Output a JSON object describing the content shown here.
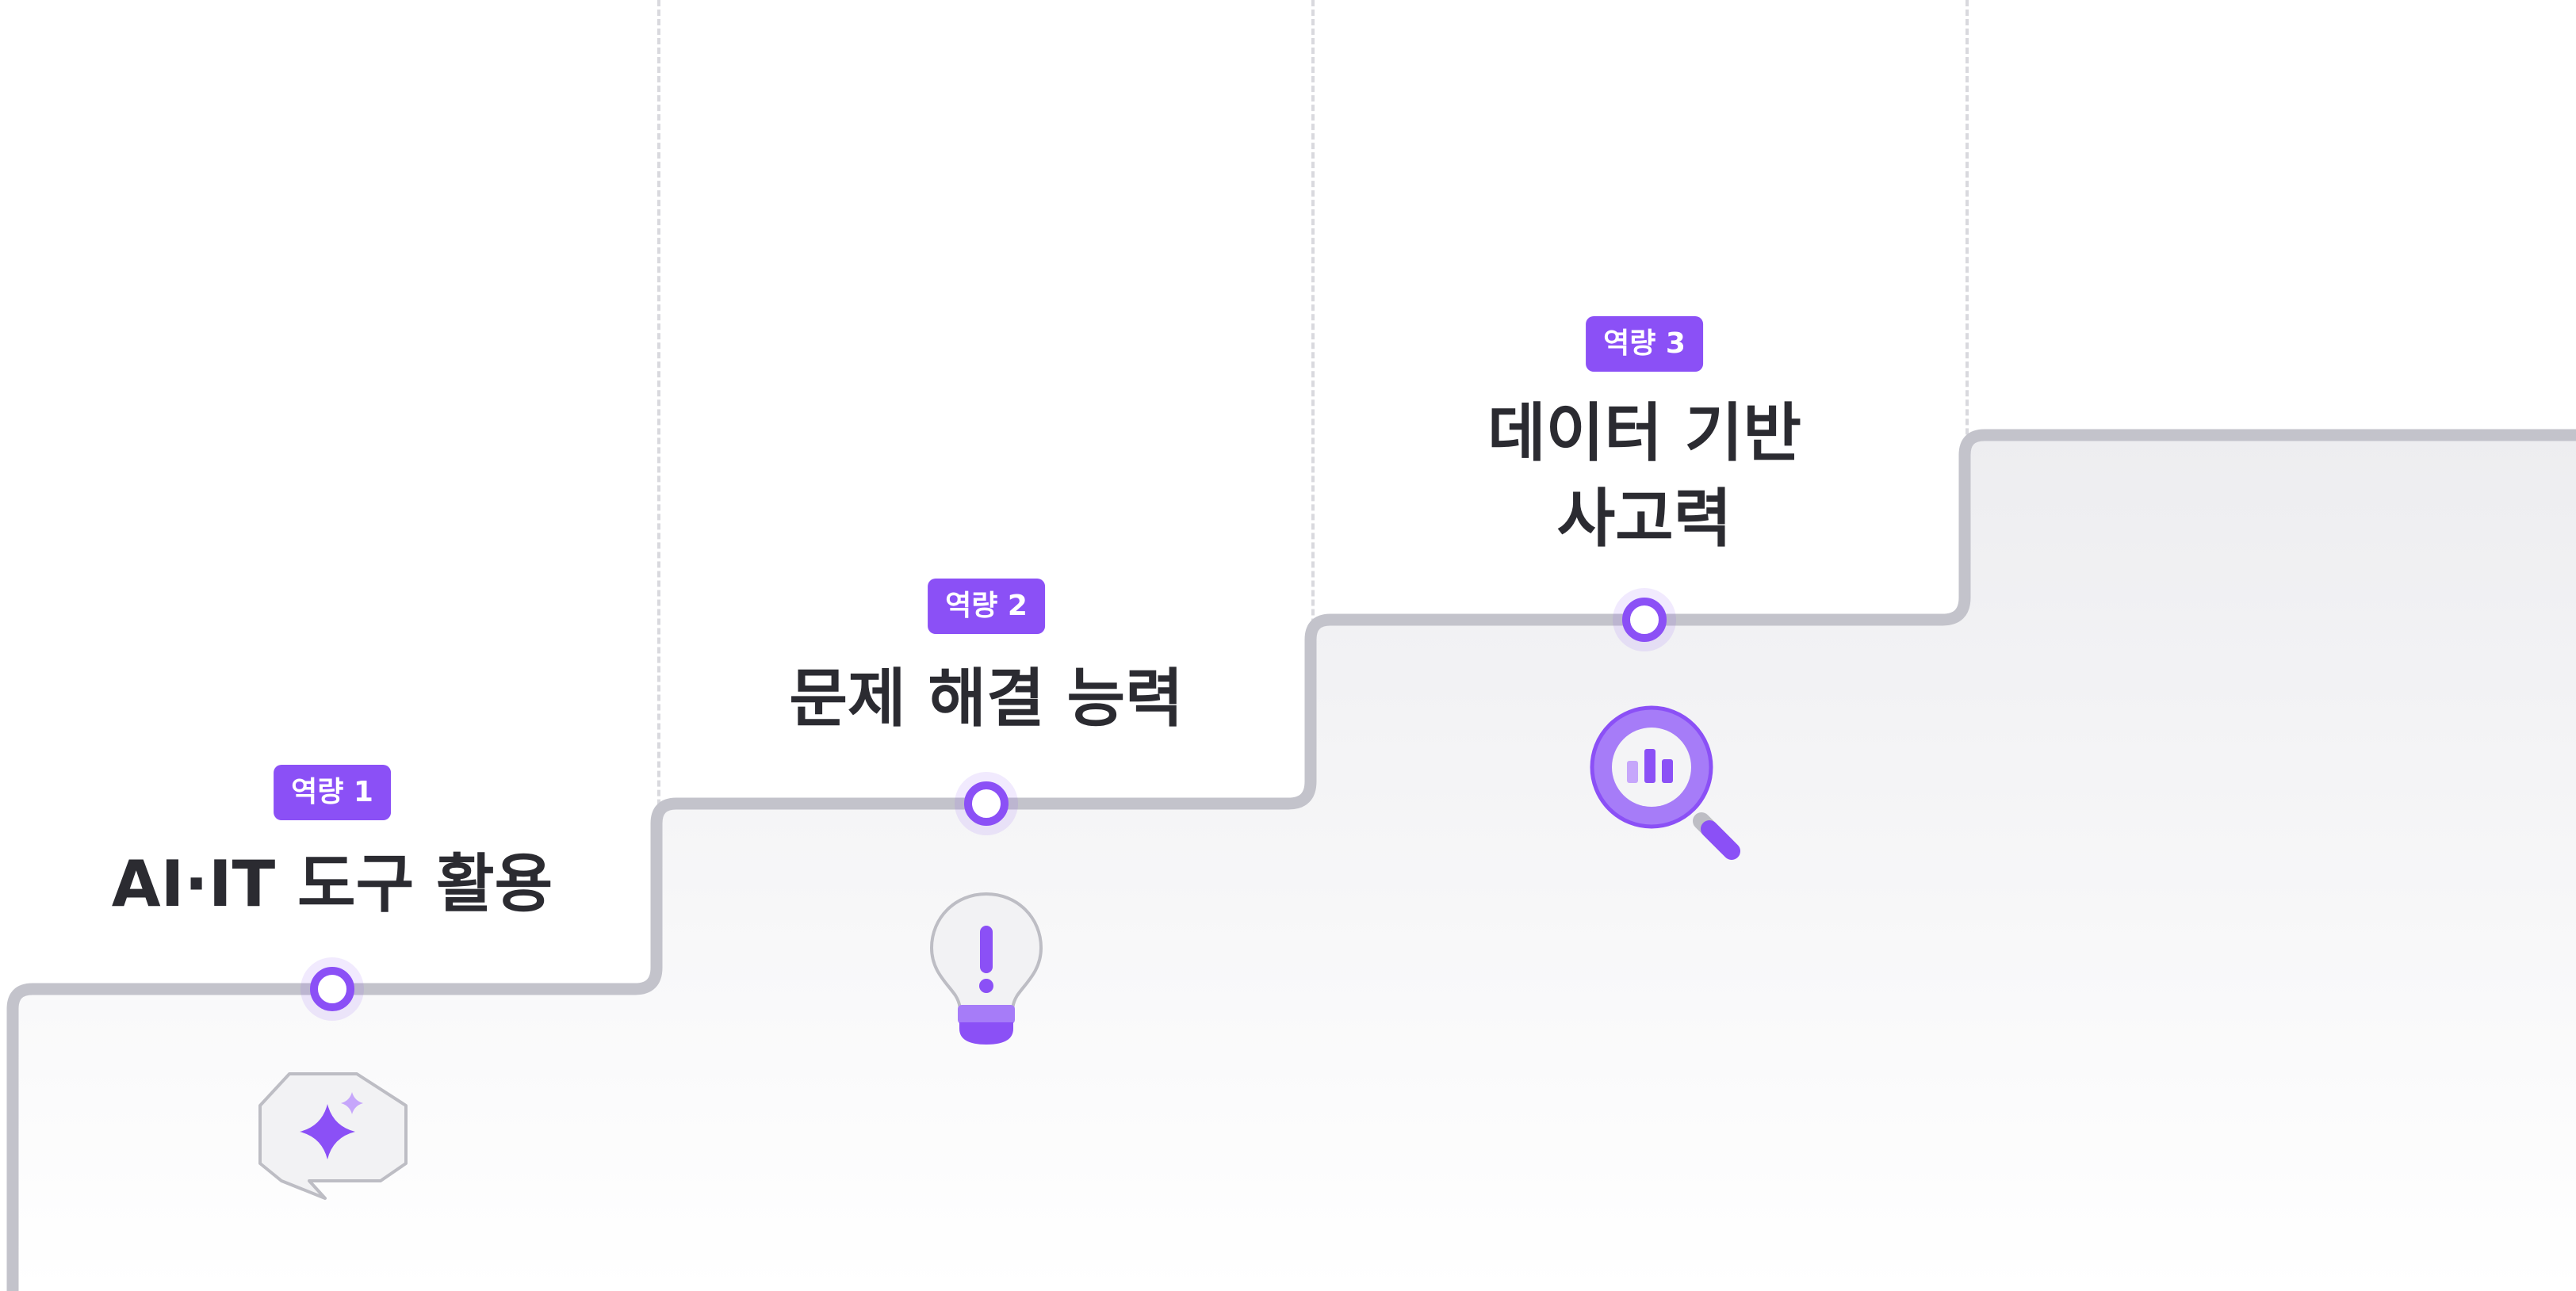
{
  "colors": {
    "accent": "#8b50f6",
    "accent_light": "#c6a6fb",
    "line": "#c3c3cb",
    "title": "#2b2b31",
    "icon_fill": "#f2f2f4",
    "icon_stroke": "#bdbdc4",
    "divider": "#d9d9de"
  },
  "steps": [
    {
      "badge": "역량 1",
      "title_line1": "AI·IT 도구 활용",
      "title_line2": "",
      "icon": "sparkle-chat-bubble-icon"
    },
    {
      "badge": "역량 2",
      "title_line1": "문제 해결 능력",
      "title_line2": "",
      "icon": "lightbulb-exclamation-icon"
    },
    {
      "badge": "역량 3",
      "title_line1": "데이터 기반",
      "title_line2": "사고력",
      "icon": "magnifier-chart-icon"
    }
  ]
}
